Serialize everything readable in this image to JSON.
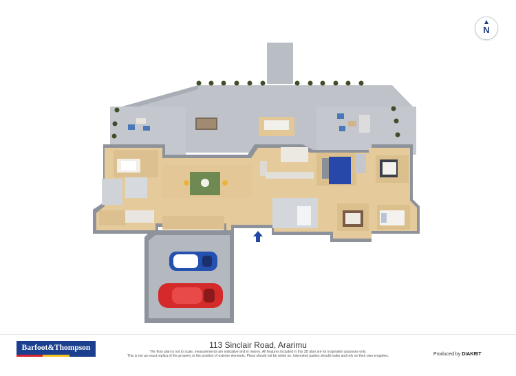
{
  "floorplan": {
    "address": "113 Sinclair Road, Ararimu",
    "disclaimer_line1": "The floor plan is not to scale, measurements are indicative and in metres. All features included in this 3D plan are for inspiration purposes only.",
    "disclaimer_line2": "This is not an exact replica of the property or the position of exterior elements. Plans should not be relied on. Interested parties should make and rely on their own enquiries.",
    "compass_label": "N",
    "entry_marker_icon": "entry-arrow-icon"
  },
  "branding": {
    "agency_name": "Barfoot&Thompson",
    "produced_by_prefix": "Produced by",
    "produced_by_name": "DIAKRIT"
  },
  "colors": {
    "brand_blue": "#1b3f8e",
    "deck_grey": "#b8bcc3",
    "wall_grey": "#8a8f98",
    "floor_wood": "#e5ca9c",
    "rug_blue": "#2748a8",
    "rug_green": "#6e8a52",
    "car_red": "#d42a2a",
    "car_blue": "#2450b0",
    "arrow_blue": "#2347a5"
  }
}
